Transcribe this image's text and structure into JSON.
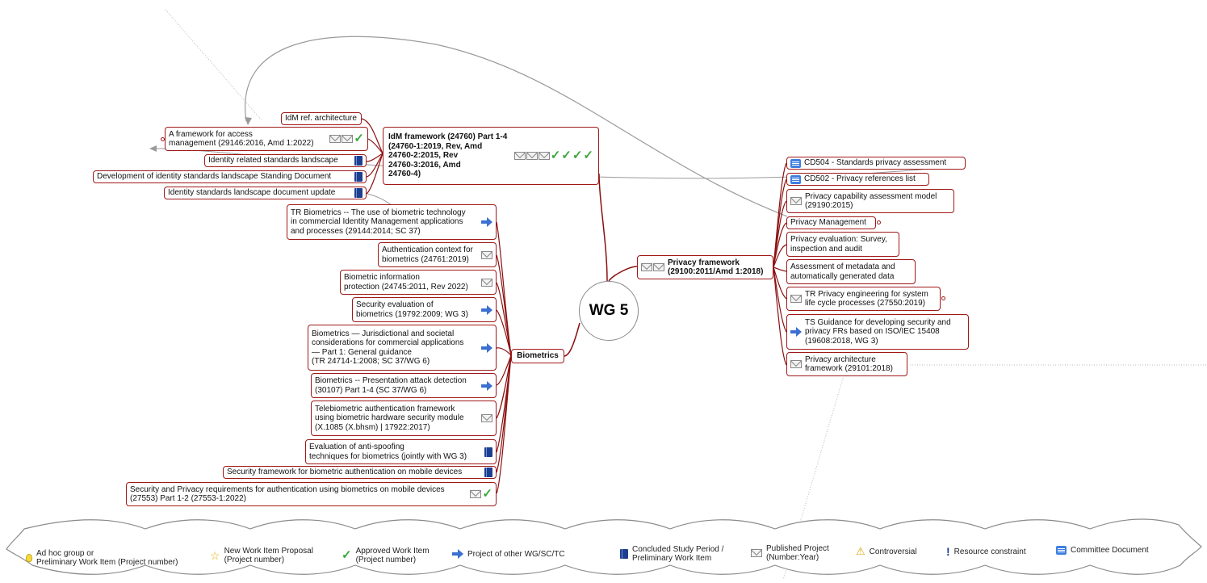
{
  "center": {
    "label": "WG 5"
  },
  "idm": {
    "main": "IdM framework (24760) Part 1-4\n(24760-1:2019, Rev, Amd\n24760-2:2015, Rev\n24760-3:2016, Amd\n24760-4)",
    "children": [
      {
        "label": "IdM ref. architecture"
      },
      {
        "label": "A framework for access\nmanagement (29146:2016, Amd 1:2022)"
      },
      {
        "label": "Identity related standards landscape"
      },
      {
        "label": "Development of identity standards landscape Standing Document"
      },
      {
        "label": "Identity standards landscape document update"
      }
    ]
  },
  "biometrics": {
    "main": "Biometrics",
    "children": [
      {
        "label": "TR Biometrics -- The use of biometric technology\nin commercial Identity Management applications\nand processes (29144:2014; SC 37)"
      },
      {
        "label": "Authentication context for\nbiometrics (24761:2019)"
      },
      {
        "label": "Biometric information\nprotection (24745:2011, Rev 2022)"
      },
      {
        "label": "Security evaluation of\nbiometrics (19792:2009; WG 3)"
      },
      {
        "label": "Biometrics — Jurisdictional and societal\nconsiderations for commercial applications\n— Part 1: General guidance\n(TR 24714-1:2008; SC 37/WG 6)"
      },
      {
        "label": "Biometrics -- Presentation attack detection\n(30107) Part 1-4 (SC 37/WG 6)"
      },
      {
        "label": "Telebiometric authentication framework\nusing biometric hardware security module\n(X.1085 (X.bhsm) | 17922:2017)"
      },
      {
        "label": "Evaluation of anti-spoofing\ntechniques for biometrics (jointly with WG 3)"
      },
      {
        "label": "Security framework for biometric authentication on mobile devices"
      },
      {
        "label": "Security and Privacy requirements for authentication using biometrics on mobile devices\n(27553) Part 1-2 (27553-1:2022)"
      }
    ]
  },
  "privacy": {
    "main": "Privacy framework\n(29100:2011/Amd 1:2018)",
    "children": [
      {
        "label": "CD504 - Standards privacy assessment"
      },
      {
        "label": "CD502 - Privacy references list"
      },
      {
        "label": "Privacy capability assessment model\n(29190:2015)"
      },
      {
        "label": "Privacy Management"
      },
      {
        "label": "Privacy evaluation: Survey,\ninspection and audit"
      },
      {
        "label": "Assessment of metadata and\nautomatically generated data"
      },
      {
        "label": "TR Privacy engineering for system\nlife cycle processes (27550:2019)"
      },
      {
        "label": "TS Guidance for developing security and\nprivacy FRs based on ISO/IEC 15408\n(19608:2018, WG 3)"
      },
      {
        "label": "Privacy architecture\nframework (29101:2018)"
      }
    ]
  },
  "legend": {
    "items": [
      {
        "label": "Ad hoc group or\nPreliminary Work Item (Project number)",
        "icon": "bulb-icon"
      },
      {
        "label": "New Work Item Proposal\n(Project number)",
        "icon": "star-icon"
      },
      {
        "label": "Approved Work Item\n(Project number)",
        "icon": "check-icon"
      },
      {
        "label": "Project of other WG/SC/TC",
        "icon": "arrow-icon"
      },
      {
        "label": "Concluded Study Period /\nPreliminary Work Item",
        "icon": "book-icon"
      },
      {
        "label": "Published Project\n(Number:Year)",
        "icon": "envelope-icon"
      },
      {
        "label": "Controversial",
        "icon": "warning-icon"
      },
      {
        "label": "Resource constraint",
        "icon": "exclamation-icon"
      },
      {
        "label": "Committee Document",
        "icon": "folder-icon"
      }
    ]
  },
  "colors": {
    "branch": "#8b1010",
    "node_border": "#a01818",
    "accent_check": "#3aa83a",
    "doc_blue": "#1d3f8f"
  }
}
